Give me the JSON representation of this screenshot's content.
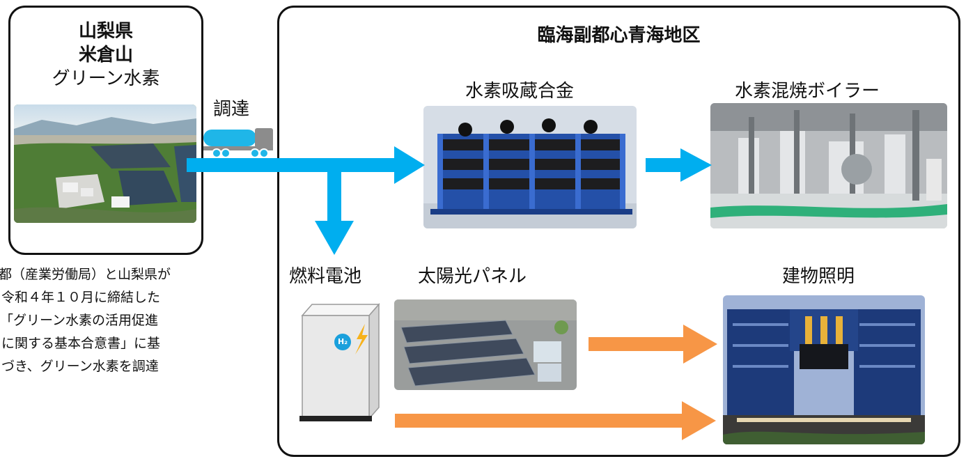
{
  "left_panel": {
    "line1": "山梨県",
    "line2": "米倉山",
    "line3": "グリーン水素"
  },
  "transport_label": "調達",
  "district": {
    "title": "臨海副都心青海地区",
    "alloy": "水素吸蔵合金",
    "boiler": "水素混焼ボイラー",
    "fuel_cell": "燃料電池",
    "fuel_cell_mark": "H₂",
    "solar": "太陽光パネル",
    "lighting": "建物照明"
  },
  "note_lines": [
    "都（産業労働局）と山梨県が",
    "令和４年１０月に締結した",
    "「グリーン水素の活用促進",
    "に関する基本合意書」に基",
    "づき、グリーン水素を調達"
  ],
  "colors": {
    "hydrogen_flow": "#00aeef",
    "power_flow": "#f79646",
    "truck_tank": "#1fb6e8",
    "truck_cab": "#8c8c8c",
    "frame": "#111111"
  }
}
